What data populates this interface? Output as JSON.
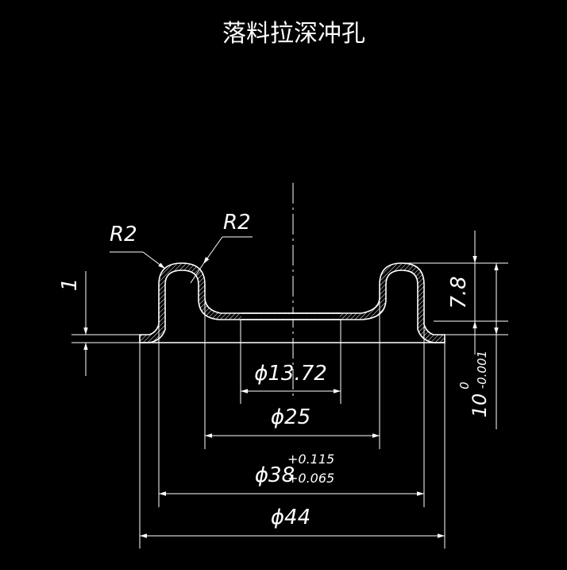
{
  "title": "落料拉深冲孔",
  "colors": {
    "background": "#000000",
    "line": "#ffffff",
    "hatch": "#ffffff"
  },
  "annotations": {
    "radius_left": "R2",
    "radius_right": "R2",
    "thickness": "1",
    "height": "7.8"
  },
  "dimensions": {
    "hole": "ϕ13.72",
    "inner": "ϕ25",
    "outer_main": "ϕ38",
    "outer_tol_upper": "+0.115",
    "outer_tol_lower": "+0.065",
    "flange": "ϕ44",
    "height_base": "10",
    "height_tol_upper": "0",
    "height_tol_lower": "-0.001"
  }
}
